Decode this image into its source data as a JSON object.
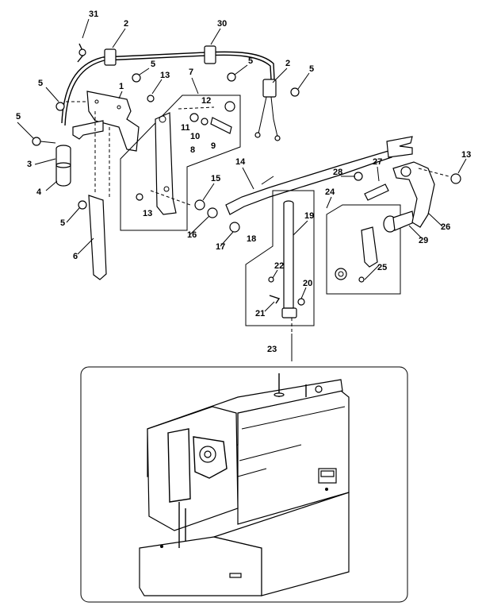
{
  "diagram": {
    "part_labels": [
      "31",
      "2",
      "30",
      "5",
      "5",
      "2",
      "5",
      "5",
      "13",
      "7",
      "1",
      "12",
      "5",
      "11",
      "10",
      "9",
      "8",
      "3",
      "4",
      "15",
      "13",
      "16",
      "5",
      "17",
      "6",
      "14",
      "27",
      "28",
      "13",
      "18",
      "19",
      "24",
      "22",
      "26",
      "20",
      "21",
      "25",
      "29",
      "23"
    ]
  }
}
